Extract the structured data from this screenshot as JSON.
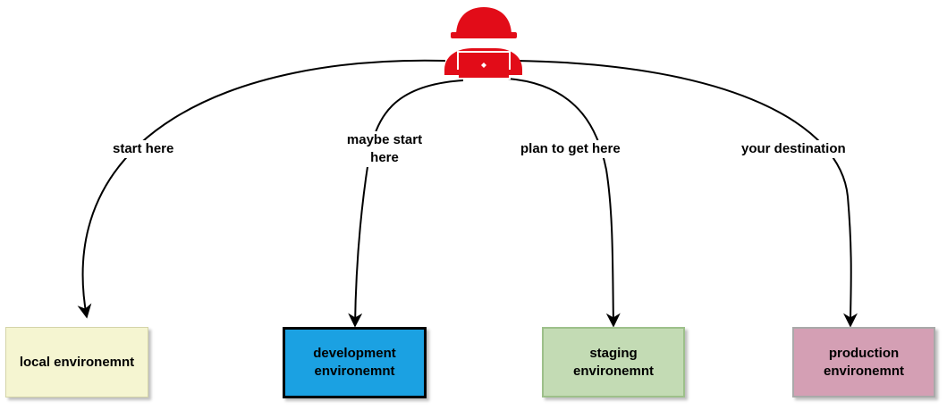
{
  "user_icon": {
    "name": "hacker-with-laptop-icon",
    "color": "#e20c18"
  },
  "edges": [
    {
      "id": "edge-local",
      "label": "start here"
    },
    {
      "id": "edge-development",
      "label": "maybe start here"
    },
    {
      "id": "edge-staging",
      "label": "plan to get here"
    },
    {
      "id": "edge-production",
      "label": "your destination"
    }
  ],
  "environments": [
    {
      "id": "local",
      "label": "local environemnt",
      "fill": "#f5f5d1",
      "stroke": "#d4d4a8"
    },
    {
      "id": "development",
      "label": "development environemnt",
      "fill": "#1ba1e2",
      "stroke": "#000000"
    },
    {
      "id": "staging",
      "label": "staging environemnt",
      "fill": "#c3dbb4",
      "stroke": "#9dc08a"
    },
    {
      "id": "production",
      "label": "production environemnt",
      "fill": "#d49fb4",
      "stroke": "#a9a9a9"
    }
  ]
}
